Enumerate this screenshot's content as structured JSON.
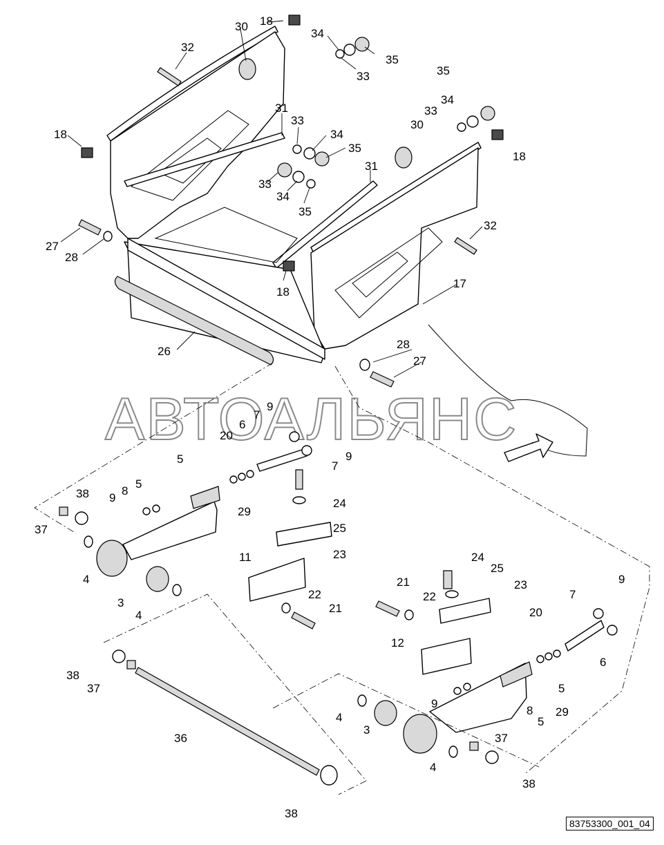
{
  "drawing_id": "83753300_001_04",
  "watermark": "АВТОАЛЬЯНС",
  "callouts": [
    "18",
    "30",
    "34",
    "35",
    "33",
    "32",
    "31",
    "18",
    "33",
    "34",
    "35",
    "33",
    "34",
    "35",
    "30",
    "18",
    "35",
    "34",
    "33",
    "31",
    "32",
    "27",
    "28",
    "18",
    "17",
    "26",
    "28",
    "27",
    "9",
    "7",
    "6",
    "20",
    "9",
    "7",
    "5",
    "24",
    "25",
    "23",
    "38",
    "5",
    "8",
    "9",
    "29",
    "37",
    "4",
    "3",
    "4",
    "11",
    "22",
    "21",
    "24",
    "25",
    "22",
    "23",
    "21",
    "9",
    "7",
    "20",
    "12",
    "6",
    "5",
    "9",
    "8",
    "5",
    "29",
    "4",
    "3",
    "37",
    "4",
    "38",
    "38",
    "37",
    "36",
    "38"
  ]
}
